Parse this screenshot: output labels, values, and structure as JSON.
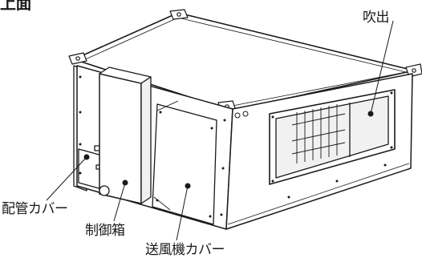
{
  "header": {
    "title_fragment": "上面"
  },
  "labels": {
    "outlet": "吹出",
    "pipe_cover": "配管カバー",
    "control_box": "制御箱",
    "fan_cover": "送風機カバー"
  },
  "colors": {
    "line": "#1a1a1a",
    "panel": "#ffffff",
    "shade": "#f1f1f1"
  }
}
